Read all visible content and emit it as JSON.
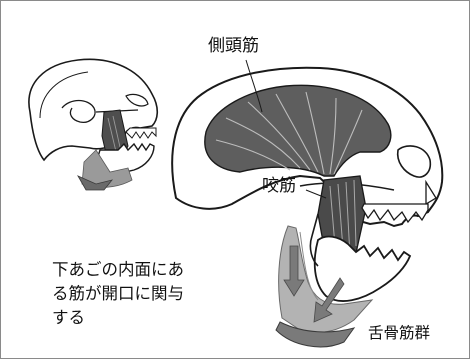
{
  "labels": {
    "temporalis": "側頭筋",
    "masseter": "咬筋",
    "hyoid_muscles": "舌骨筋群"
  },
  "note": "下あごの内面にあ\nる筋が開口に関与\nする",
  "colors": {
    "outline": "#1a1a1a",
    "muscle_dark": "#5a5a5a",
    "muscle_mid": "#8e8e8e",
    "muscle_light": "#b8b8b8",
    "bone": "#ffffff",
    "frame": "#8a8a8a"
  }
}
